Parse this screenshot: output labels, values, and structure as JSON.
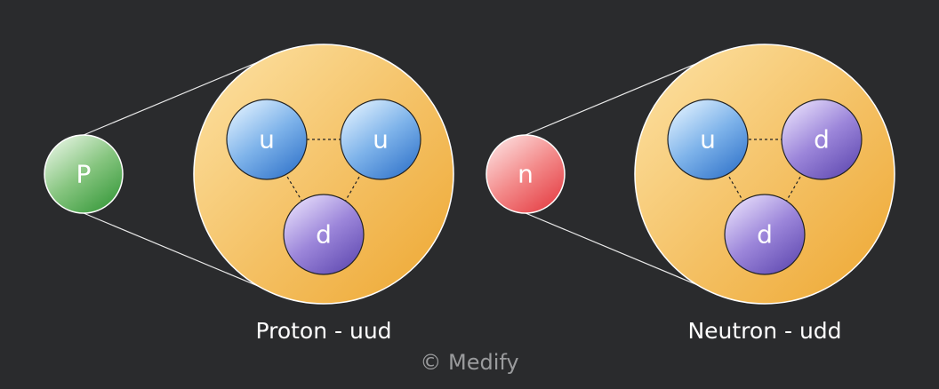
{
  "proton": {
    "symbol": "P",
    "caption": "Proton - uud",
    "quarks": [
      "u",
      "u",
      "d"
    ]
  },
  "neutron": {
    "symbol": "n",
    "caption": "Neutron - udd",
    "quarks": [
      "u",
      "d",
      "d"
    ]
  },
  "credit": "© Medify",
  "colors": {
    "background": "#2a2b2d",
    "proton": "#5cae5a",
    "neutron": "#ec5f63",
    "nucleon_body": "#f1b446",
    "up_quark": "#4f90d8",
    "down_quark": "#7f66c4"
  }
}
